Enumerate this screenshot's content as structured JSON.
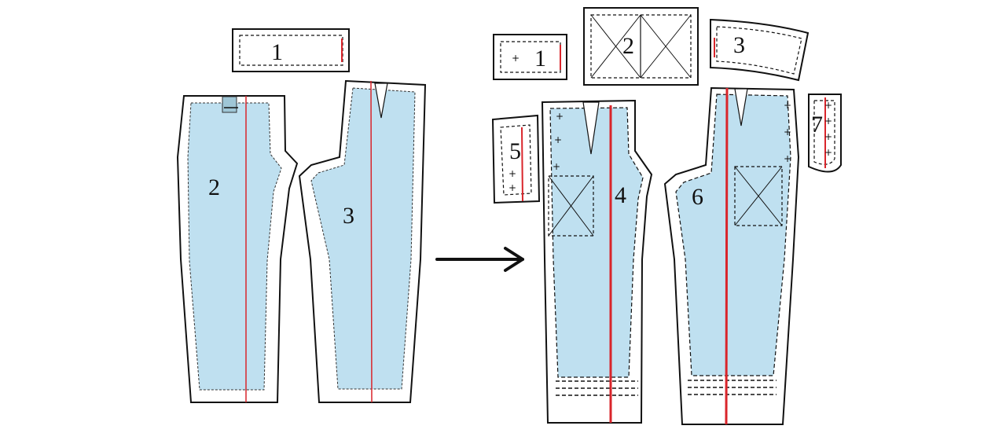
{
  "colors": {
    "fabric": "#bfe0f0",
    "outline": "#111111",
    "grainline": "#d9252b",
    "background": "#ffffff"
  },
  "original_pattern": {
    "pieces": [
      {
        "id": "waistband",
        "label": "1"
      },
      {
        "id": "front-leg",
        "label": "2"
      },
      {
        "id": "back-leg",
        "label": "3"
      }
    ]
  },
  "transformation": {
    "arrow_icon": "arrow-right-icon"
  },
  "modified_pattern": {
    "pieces": [
      {
        "id": "waistband",
        "label": "1"
      },
      {
        "id": "front-pocket-facing",
        "label": "2"
      },
      {
        "id": "back-waistband",
        "label": "3"
      },
      {
        "id": "front-leg",
        "label": "4"
      },
      {
        "id": "fly-facing",
        "label": "5"
      },
      {
        "id": "back-leg",
        "label": "6"
      },
      {
        "id": "fly-shield",
        "label": "7"
      }
    ]
  }
}
